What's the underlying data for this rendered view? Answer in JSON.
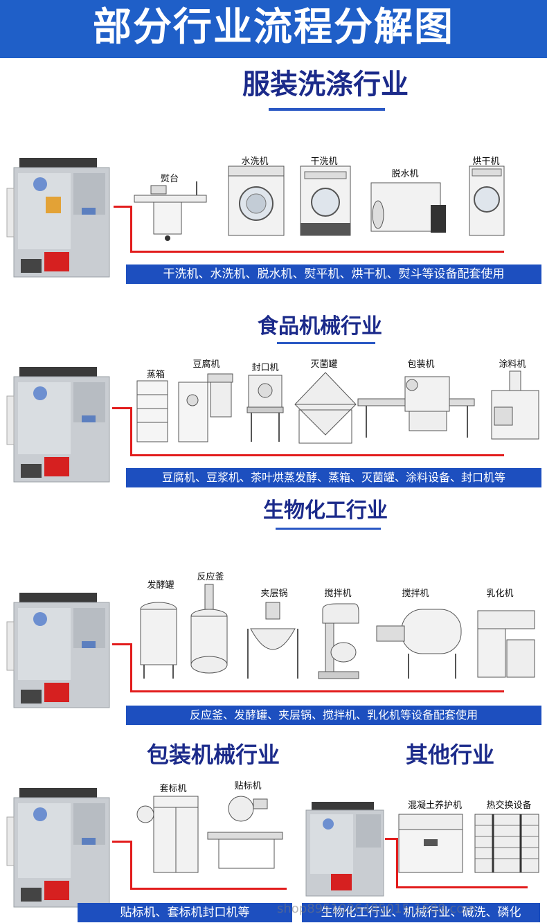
{
  "header": {
    "title": "部分行业流程分解图"
  },
  "sections": [
    {
      "title": "服装洗涤行业",
      "machines": [
        "熨台",
        "水洗机",
        "干洗机",
        "脱水机",
        "烘干机"
      ],
      "caption": "干洗机、水洗机、脱水机、熨平机、烘干机、熨斗等设备配套使用"
    },
    {
      "title": "食品机械行业",
      "machines": [
        "蒸箱",
        "豆腐机",
        "封口机",
        "灭菌罐",
        "包装机",
        "涂料机"
      ],
      "caption": "豆腐机、豆浆机、茶叶烘蒸发酵、蒸箱、灭菌罐、涂料设备、封口机等"
    },
    {
      "title": "生物化工行业",
      "machines": [
        "发酵罐",
        "反应釜",
        "夹层锅",
        "搅拌机",
        "搅拌机",
        "乳化机"
      ],
      "caption": "反应釜、发酵罐、夹层锅、搅拌机、乳化机等设备配套使用"
    },
    {
      "title": "包装机械行业",
      "machines": [
        "套标机",
        "贴标机"
      ],
      "caption": "贴标机、套标机封口机等"
    },
    {
      "title": "其他行业",
      "machines": [
        "混凝土养护机",
        "热交换设备"
      ],
      "caption": "生物化工行业、机械行业、碱洗、磷化"
    }
  ],
  "watermark": "shop8951026485015.1688.com",
  "colors": {
    "header_bg": "#1f5fc8",
    "caption_bg": "#1d4fbf",
    "pipe": "#e21c1c",
    "section_title": "#1b2a8a"
  }
}
